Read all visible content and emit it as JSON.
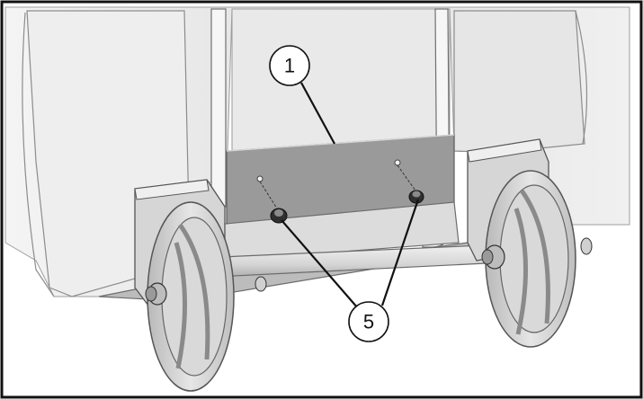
{
  "callouts": [
    {
      "id": "c1",
      "label": "1"
    },
    {
      "id": "c5",
      "label": "5"
    }
  ],
  "colors": {
    "frame": "#111111",
    "body_light": "#ececec",
    "body_mid": "#d9d9d9",
    "body_shadow": "#bdbdbd",
    "bracket_plate": "#9a9a9a",
    "metal_dark": "#6f6f6f",
    "tire": "#cfcfcf",
    "hub_dark": "#3a3a3a"
  }
}
